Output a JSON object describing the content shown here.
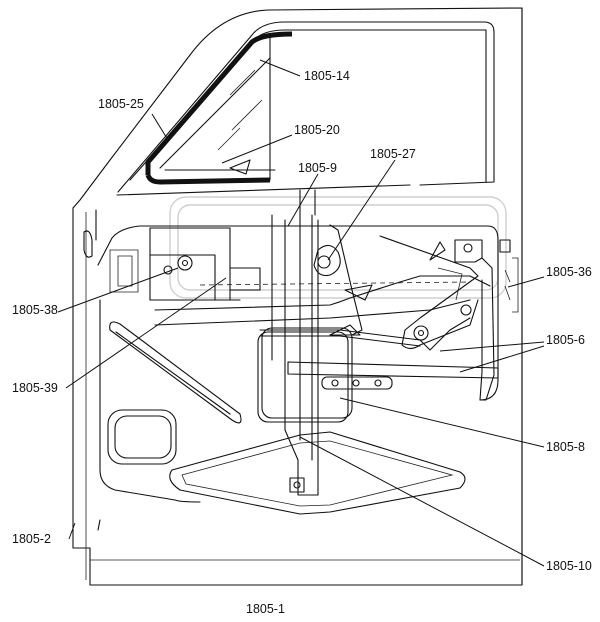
{
  "title": "1805-1",
  "labels": {
    "l1805_14": "1805-14",
    "l1805_25": "1805-25",
    "l1805_20": "1805-20",
    "l1805_9": "1805-9",
    "l1805_27": "1805-27",
    "l1805_36": "1805-36",
    "l1805_38": "1805-38",
    "l1805_6": "1805-6",
    "l1805_39": "1805-39",
    "l1805_8": "1805-8",
    "l1805_2": "1805-2",
    "l1805_10": "1805-10"
  }
}
